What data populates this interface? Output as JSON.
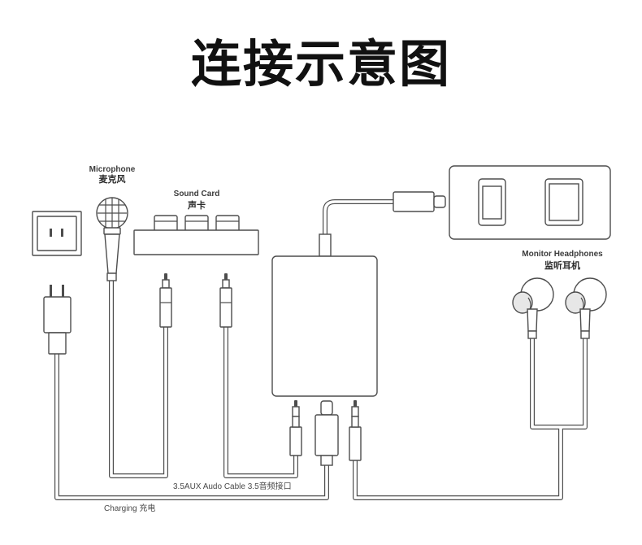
{
  "title": "连接示意图",
  "labels": {
    "microphone_en": "Microphone",
    "microphone_zh": "麦克风",
    "sound_card_en": "Sound Card",
    "sound_card_zh": "声卡",
    "monitor_en": "Monitor Headphones",
    "monitor_zh": "监听耳机",
    "aux_cable": "3.5AUX Audo Cable 3.5音频接口",
    "charging": "Charging 充电"
  },
  "colors": {
    "line": "#4d4d4d",
    "title": "#111111",
    "background": "#ffffff"
  },
  "icons": [
    "power-outlet-icon",
    "power-adapter-icon",
    "microphone-icon",
    "sound-card-icon",
    "adapter-box-icon",
    "lightning-plug-icon",
    "phone-icon",
    "tablet-icon",
    "earbud-icon",
    "audio-jack-icon"
  ]
}
